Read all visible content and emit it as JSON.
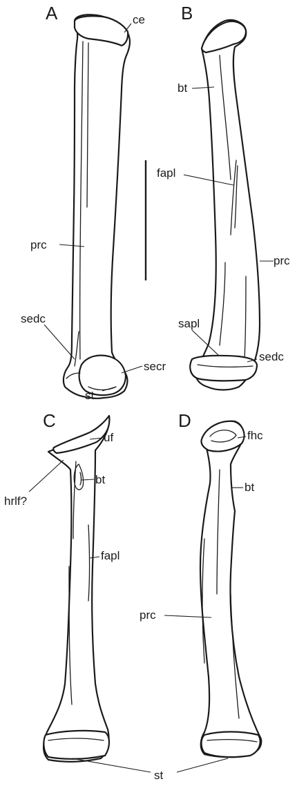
{
  "figure": {
    "panels": [
      {
        "letter": "A",
        "labels": {
          "ce": "ce",
          "prc": "prc",
          "sedc": "sedc",
          "secr": "secr",
          "st": "st"
        }
      },
      {
        "letter": "B",
        "labels": {
          "bt": "bt",
          "fapl": "fapl",
          "prc": "prc",
          "sapl": "sapl",
          "sedc": "sedc"
        }
      },
      {
        "letter": "C",
        "labels": {
          "uf": "uf",
          "hrlf": "hrlf?",
          "bt": "bt",
          "fapl": "fapl",
          "st": "st"
        }
      },
      {
        "letter": "D",
        "labels": {
          "fhc": "fhc",
          "bt": "bt",
          "prc": "prc"
        }
      }
    ],
    "colors": {
      "ink": "#1a1a1a",
      "background": "#ffffff"
    }
  }
}
